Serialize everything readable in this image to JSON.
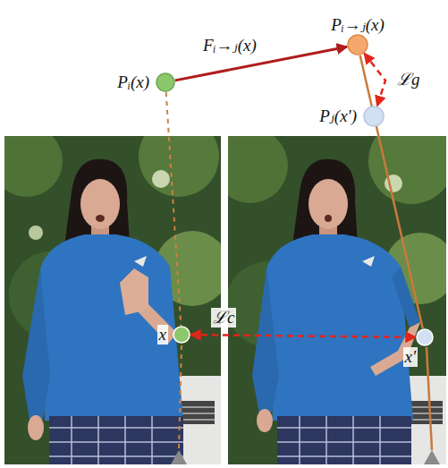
{
  "diagram": {
    "nodes": [
      {
        "text": [
          "Pᵢ(x)"
        ]
      },
      {
        "text": [
          "Pᵢ→ⱼ(x)"
        ]
      },
      {
        "text": [
          "Pⱼ(x')"
        ]
      },
      {
        "text": [
          "x"
        ]
      },
      {
        "text": [
          "x'"
        ]
      }
    ],
    "edges": [
      {
        "from": 0,
        "to": 1,
        "arrow": "to",
        "label": "Fᵢ→ⱼ(x)"
      },
      {
        "from": 1,
        "to": 2,
        "arrow": "both",
        "label": "ℒg"
      },
      {
        "from": 3,
        "to": 4,
        "arrow": "both",
        "label": "ℒc"
      },
      {
        "from": 1,
        "to": 4,
        "arrow": "none"
      },
      {
        "from": 0,
        "to": 3,
        "arrow": "none"
      }
    ]
  }
}
